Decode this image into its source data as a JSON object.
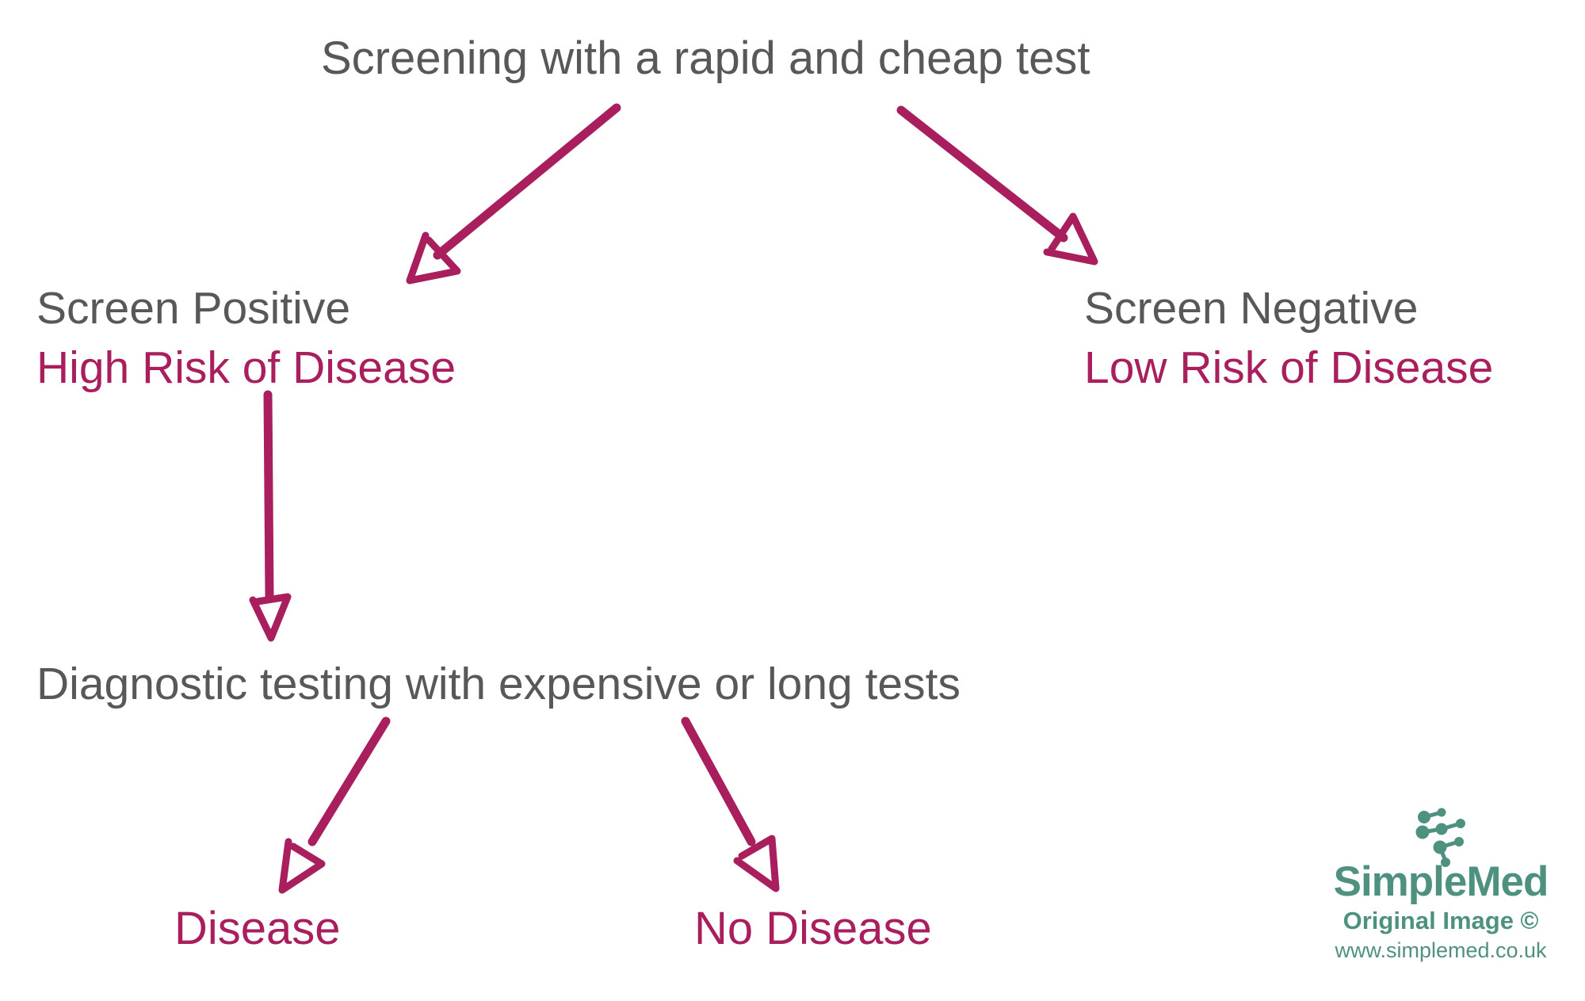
{
  "diagram": {
    "title": "Screening with a rapid and cheap test",
    "nodes": {
      "screen_positive": {
        "line1": "Screen Positive",
        "line2": "High Risk of Disease"
      },
      "screen_negative": {
        "line1": "Screen Negative",
        "line2": "Low Risk of Disease"
      },
      "diagnostic_testing": {
        "label": "Diagnostic testing with expensive or long tests"
      },
      "disease": {
        "label": "Disease"
      },
      "no_disease": {
        "label": "No Disease"
      }
    },
    "edges": [
      {
        "from": "title",
        "to": "screen_positive"
      },
      {
        "from": "title",
        "to": "screen_negative"
      },
      {
        "from": "screen_positive",
        "to": "diagnostic_testing"
      },
      {
        "from": "diagnostic_testing",
        "to": "disease"
      },
      {
        "from": "diagnostic_testing",
        "to": "no_disease"
      }
    ],
    "colors": {
      "text_gray": "#57585a",
      "accent_crimson": "#a91e5c"
    }
  },
  "watermark": {
    "brand": "SimpleMed",
    "caption": "Original Image ©",
    "url": "www.simplemed.co.uk",
    "color": "#4f9180",
    "icon": "molecule-icon"
  }
}
